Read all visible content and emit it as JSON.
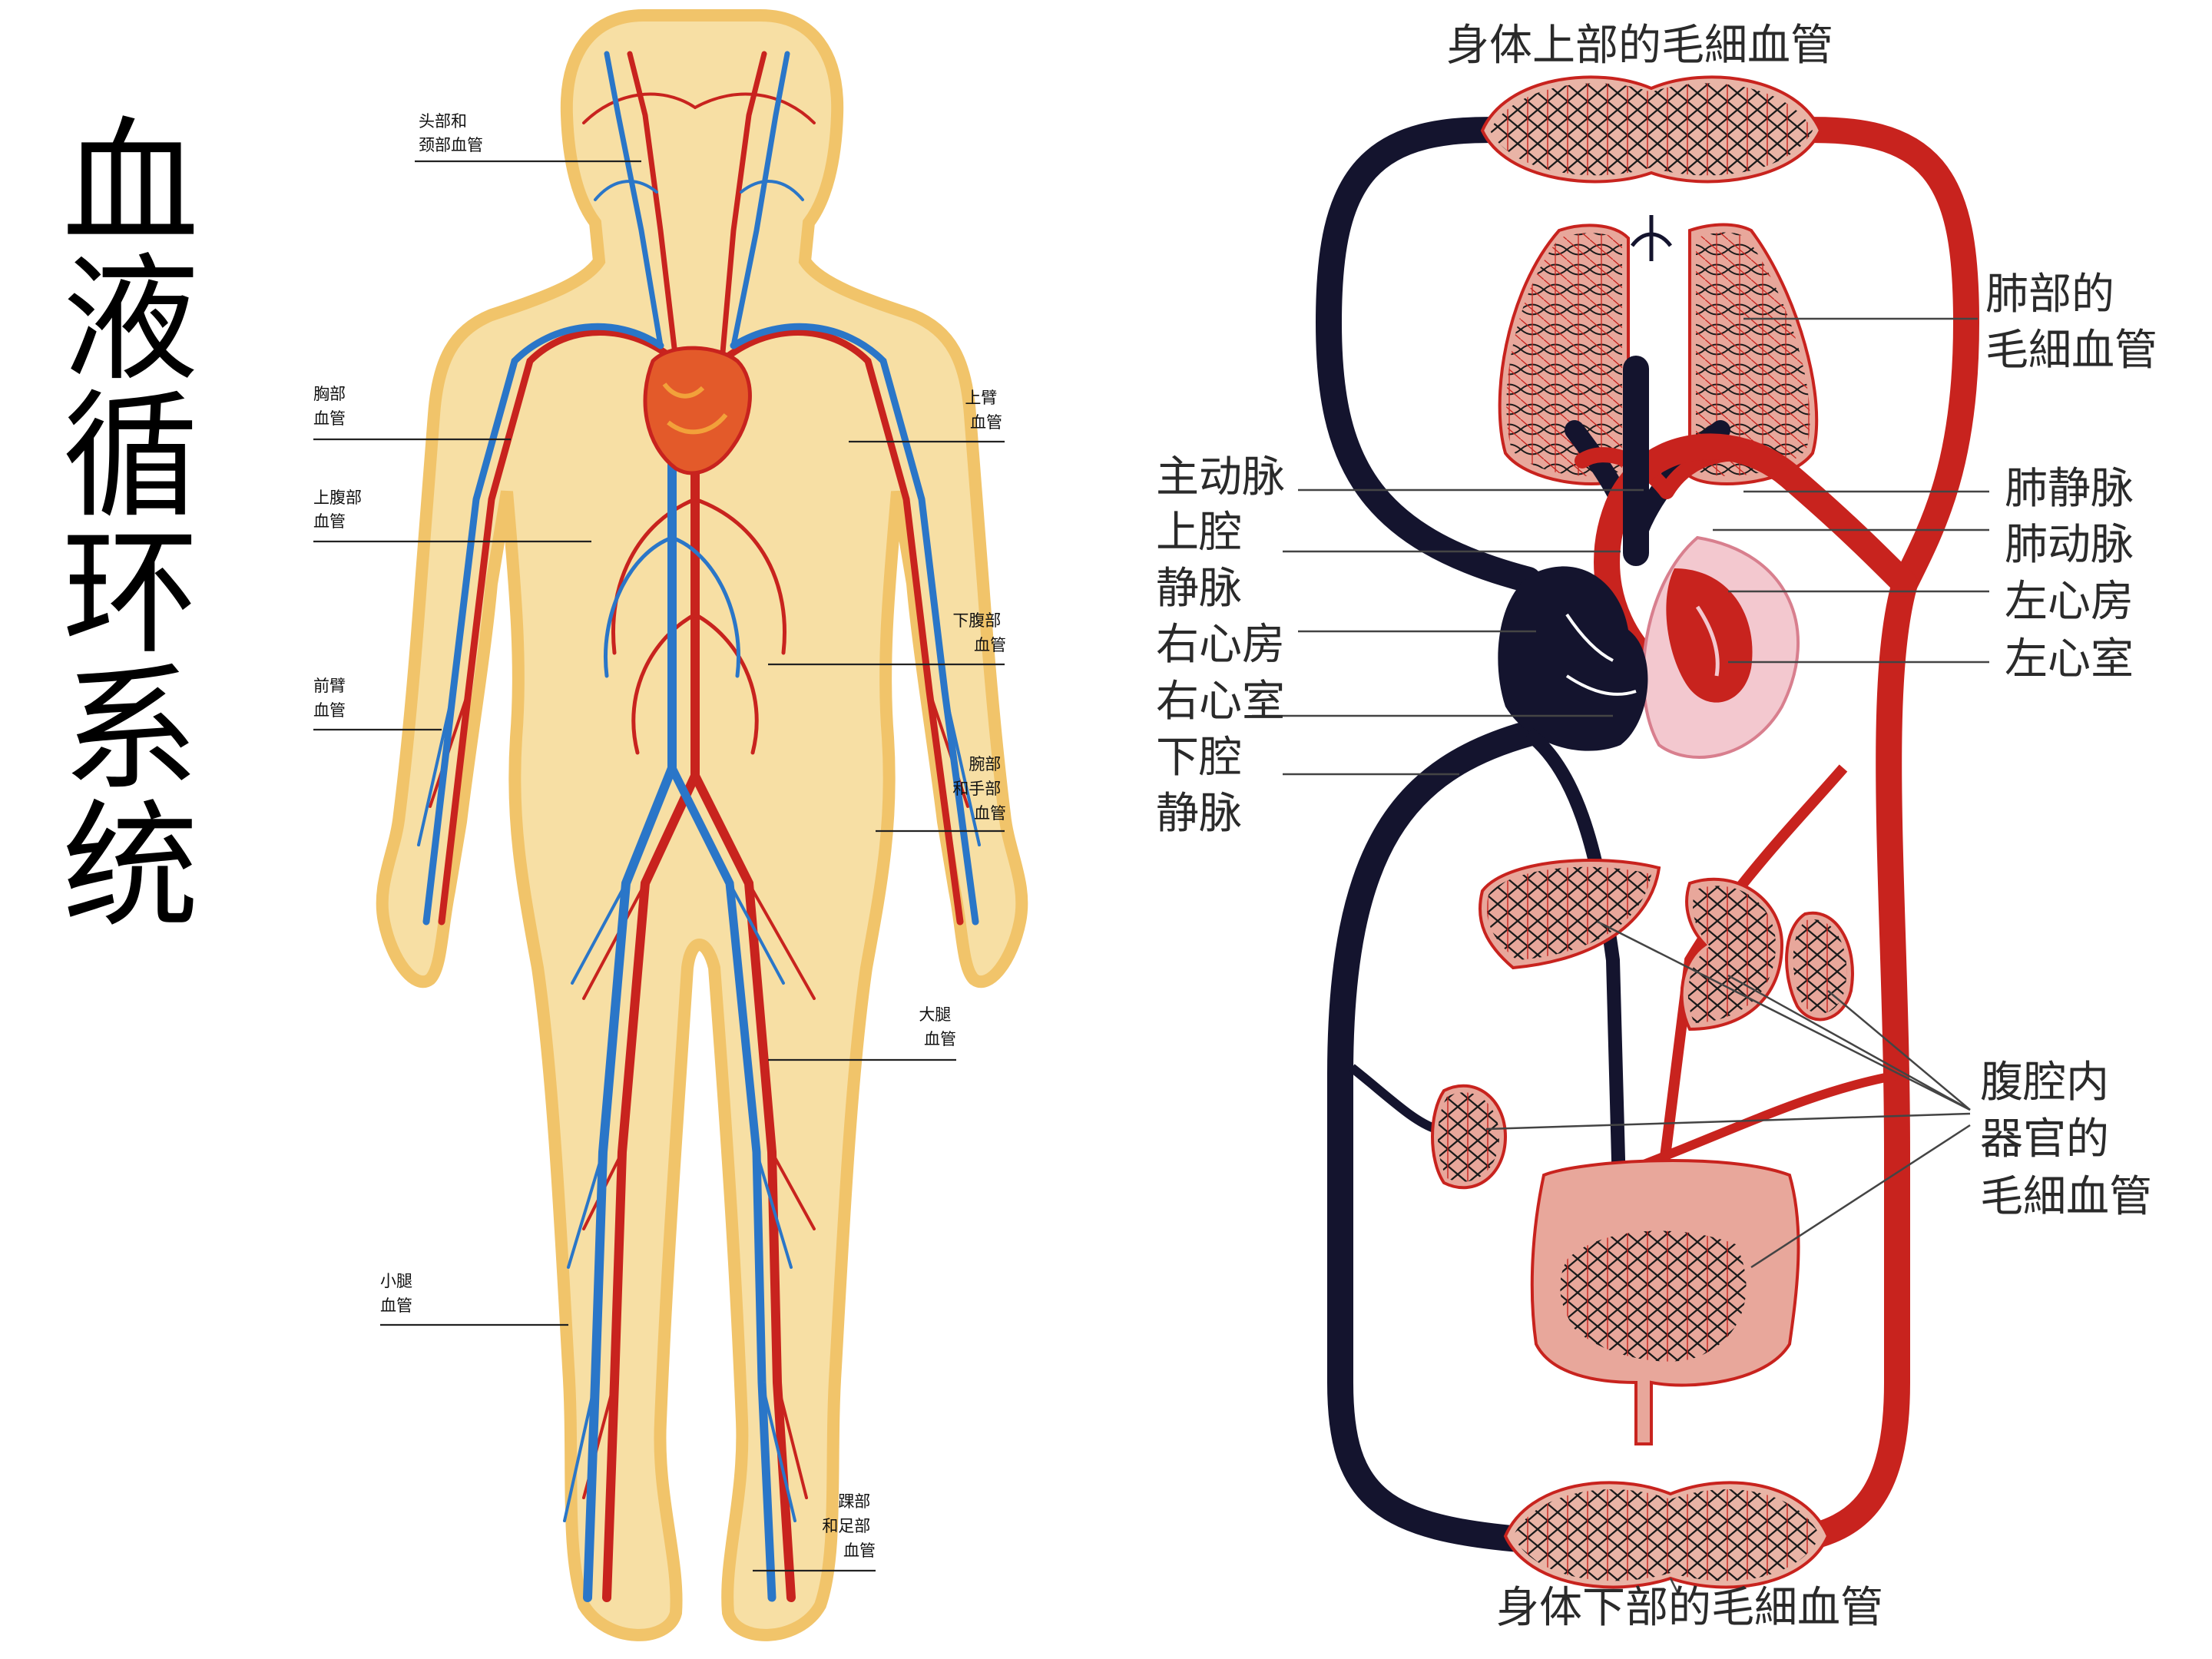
{
  "title": "血液循环系统",
  "title_chars": [
    "血",
    "液",
    "循",
    "环",
    "系",
    "统"
  ],
  "body_labels": {
    "head_neck": [
      "头部和",
      "颈部血管"
    ],
    "chest": [
      "胸部",
      "血管"
    ],
    "upper_abdomen": [
      "上腹部",
      "血管"
    ],
    "forearm": [
      "前臂",
      "血管"
    ],
    "upper_arm": [
      "上臂",
      "血管"
    ],
    "lower_abdomen": [
      "下腹部",
      "血管"
    ],
    "wrist_hand": [
      "腕部",
      "和手部",
      "血管"
    ],
    "thigh": [
      "大腿",
      "血管"
    ],
    "calf": [
      "小腿",
      "血管"
    ],
    "ankle_foot": [
      "踝部",
      "和足部",
      "血管"
    ]
  },
  "circulation_labels": {
    "upper_capillaries": "身体上部的毛細血管",
    "lower_capillaries": "身体下部的毛細血管",
    "lung_capillaries": [
      "肺部的",
      "毛細血管"
    ],
    "aorta": "主动脉",
    "superior_vena_cava": [
      "上腔",
      "静脉"
    ],
    "right_atrium": "右心房",
    "right_ventricle": "右心室",
    "inferior_vena_cava": [
      "下腔",
      "静脉"
    ],
    "pulmonary_vein": "肺静脉",
    "pulmonary_artery": "肺动脉",
    "left_atrium": "左心房",
    "left_ventricle": "左心室",
    "abdominal_capillaries": [
      "腹腔内",
      "器官的",
      "毛細血管"
    ]
  },
  "colors": {
    "artery": "#c8231e",
    "vein_body": "#2a76c8",
    "vein_dark": "#14142e",
    "skin": "#f7dfa4",
    "skin_edge": "#f1c46a",
    "organ_pink": "#e8a79b",
    "heart_pink": "#f3c8cf"
  }
}
